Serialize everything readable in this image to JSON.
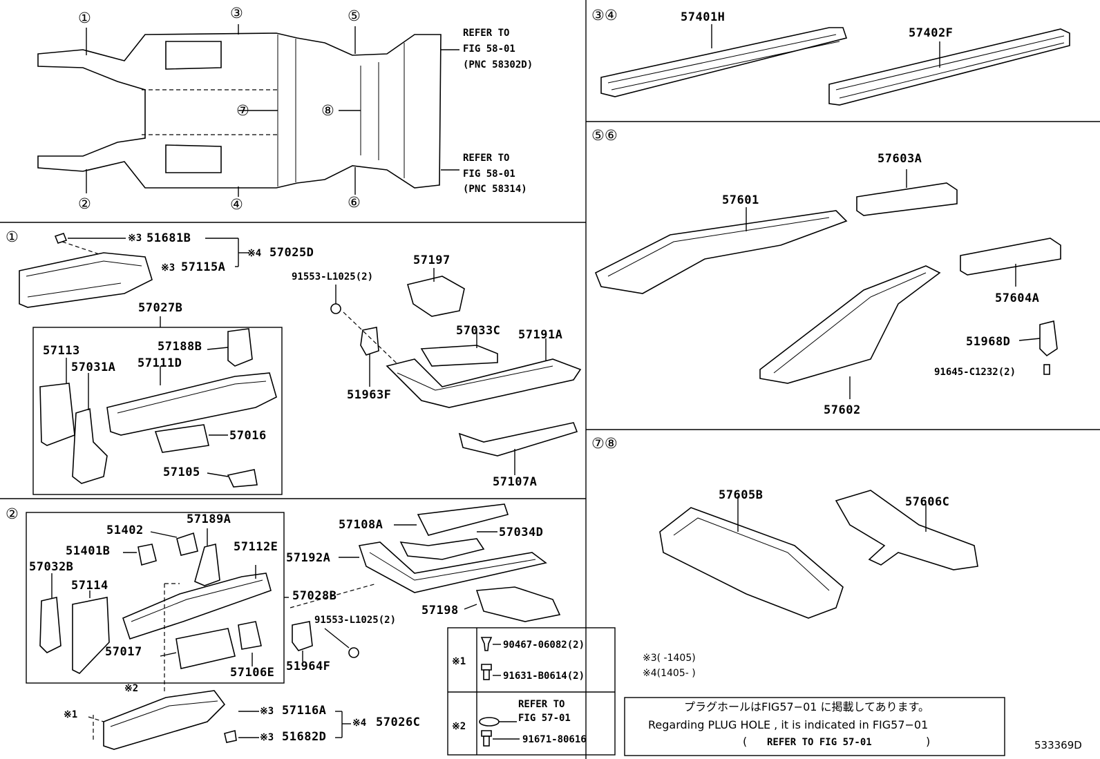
{
  "overview": {
    "refs": [
      "①",
      "②",
      "③",
      "④",
      "⑤",
      "⑥",
      "⑦",
      "⑧"
    ],
    "refer_top": [
      "REFER TO",
      "FIG 58-01",
      "(PNC 58302D)"
    ],
    "refer_bottom": [
      "REFER TO",
      "FIG 58-01",
      "(PNC 58314)"
    ]
  },
  "section_34": {
    "marks": "③④",
    "parts": [
      "57401H",
      "57402F"
    ]
  },
  "section_56": {
    "marks": "⑤⑥",
    "parts": [
      "57603A",
      "57601",
      "57604A",
      "51968D",
      "91645-C1232(2)",
      "57602"
    ]
  },
  "section_78": {
    "marks": "⑦⑧",
    "parts": [
      "57605B",
      "57606C"
    ]
  },
  "section_1": {
    "mark": "①",
    "parts": {
      "p51681B": "51681B",
      "p57115A": "57115A",
      "p57025D": "57025D",
      "p57027B": "57027B",
      "p57113": "57113",
      "p57031A": "57031A",
      "p57188B": "57188B",
      "p57111D": "57111D",
      "p57016": "57016",
      "p57105": "57105",
      "p91553": "91553-L1025(2)",
      "p57197": "57197",
      "p57033C": "57033C",
      "p57191A": "57191A",
      "p51963F": "51963F",
      "p57107A": "57107A"
    },
    "mark3": "※3",
    "mark4": "※4"
  },
  "section_2": {
    "mark": "②",
    "parts": {
      "p51402": "51402",
      "p57189A": "57189A",
      "p51401B": "51401B",
      "p57112E": "57112E",
      "p57032B": "57032B",
      "p57114": "57114",
      "p57028B": "57028B",
      "p57017": "57017",
      "p57106E": "57106E",
      "p57108A": "57108A",
      "p57034D": "57034D",
      "p57192A": "57192A",
      "p91553": "91553-L1025(2)",
      "p57198": "57198",
      "p51964F": "51964F",
      "p57116A": "57116A",
      "p57026C": "57026C",
      "p51682D": "51682D"
    },
    "mark1": "※1",
    "mark2": "※2",
    "mark3": "※3",
    "mark4": "※4"
  },
  "legend": {
    "r1_mark": "※1",
    "r1_a": "90467-06082(2)",
    "r1_b": "91631-B0614(2)",
    "r2_mark": "※2",
    "r2_a1": "REFER TO",
    "r2_a2": "FIG 57-01",
    "r2_b": "91671-80616"
  },
  "notes": {
    "n3": "※3(     -1405)",
    "n4": "※4(1405-      )",
    "jp": "プラグホールはFIG57−01 に掲載してあります。",
    "en": "Regarding  PLUG  HOLE , it  is  indicated  in  FIG57−01",
    "ref_open": "(",
    "ref": "REFER TO FIG 57-01",
    "ref_close": ")"
  },
  "diagram_id": "533369D"
}
